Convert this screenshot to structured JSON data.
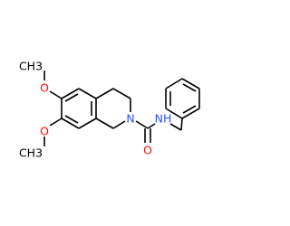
{
  "structure": {
    "colors": {
      "oxygen": "#ff0d0d",
      "nitrogen": "#3050f8",
      "carbon_bond": "#000000"
    },
    "labels": {
      "o_methoxy_top": "O",
      "methyl_top": "CH3",
      "o_methoxy_bottom": "O",
      "methyl_bottom": "CH3",
      "ring_n": "N",
      "amide_nh": "NH",
      "carbonyl_o": "O"
    }
  }
}
